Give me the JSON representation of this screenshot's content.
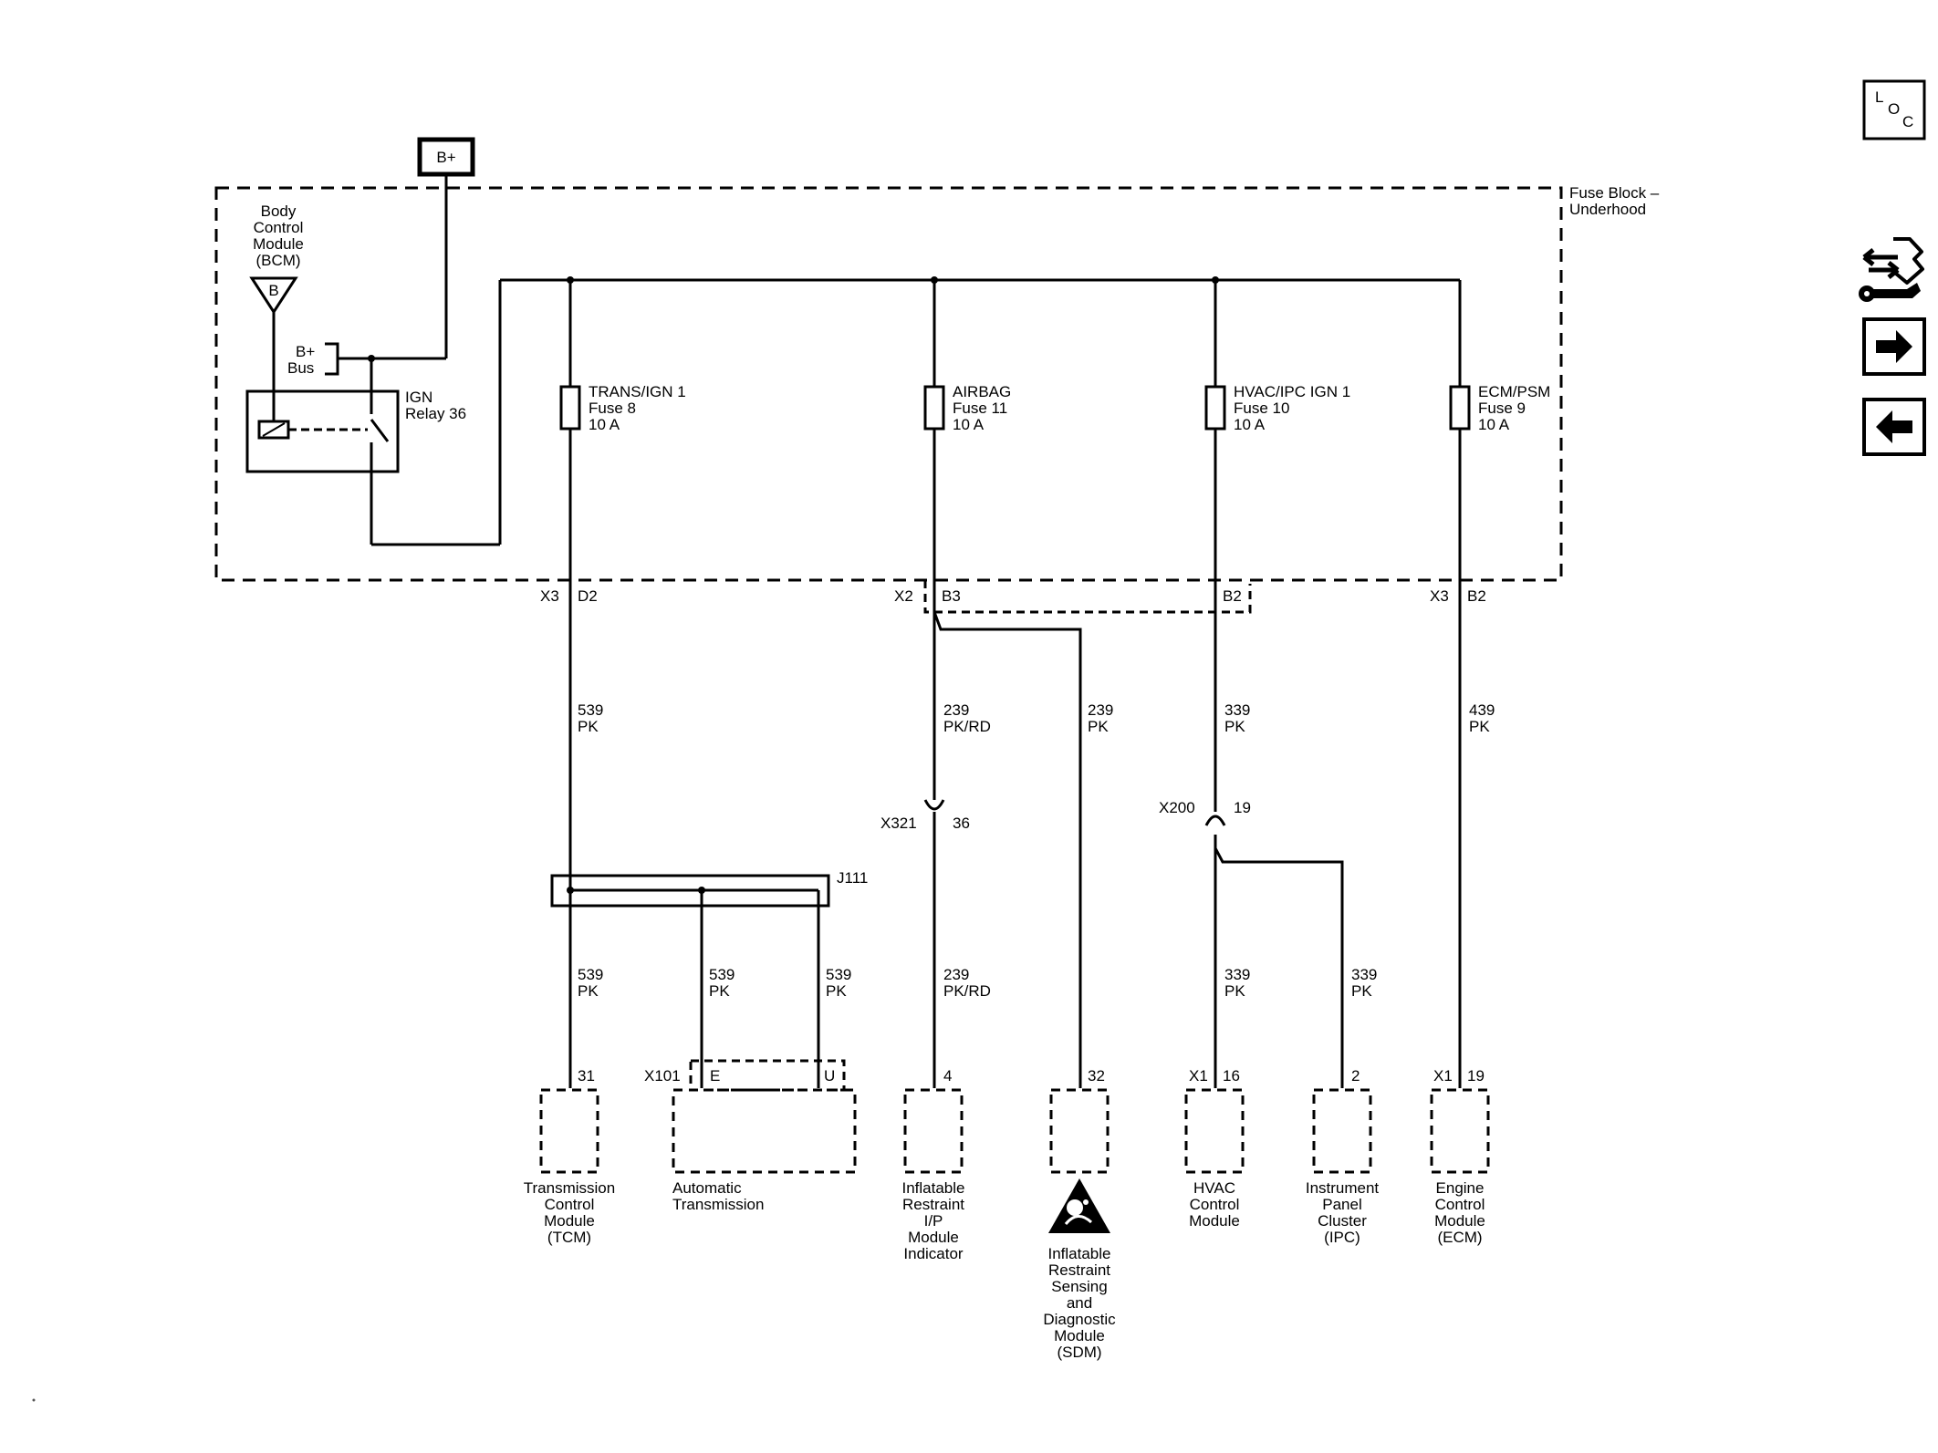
{
  "power_source": "B+",
  "fuse_block": {
    "line1": "Fuse Block –",
    "line2": "Underhood"
  },
  "bcm": {
    "lines": [
      "Body",
      "Control",
      "Module",
      "(BCM)"
    ],
    "terminal": "B"
  },
  "bplus_bus": {
    "line1": "B+",
    "line2": "Bus"
  },
  "relay": {
    "line1": "IGN",
    "line2": "Relay 36"
  },
  "fuses": [
    {
      "name": "TRANS/IGN 1",
      "fuse": "Fuse 8",
      "rating": "10 A"
    },
    {
      "name": "AIRBAG",
      "fuse": "Fuse 11",
      "rating": "10 A"
    },
    {
      "name": "HVAC/IPC IGN 1",
      "fuse": "Fuse 10",
      "rating": "10 A"
    },
    {
      "name": "ECM/PSM",
      "fuse": "Fuse 9",
      "rating": "10 A"
    }
  ],
  "fuse_block_connectors": {
    "trans": {
      "connector": "X3",
      "pin": "D2"
    },
    "airbag": {
      "connector": "X2",
      "pin": "B3"
    },
    "hvac": {
      "pin": "B2"
    },
    "ecm": {
      "connector": "X3",
      "pin": "B2"
    }
  },
  "circuits": {
    "c539_upper": {
      "number": "539",
      "color": "PK"
    },
    "c239_ip_upper": {
      "number": "239",
      "color": "PK/RD"
    },
    "c239_sdm": {
      "number": "239",
      "color": "PK"
    },
    "c339_upper": {
      "number": "339",
      "color": "PK"
    },
    "c439": {
      "number": "439",
      "color": "PK"
    },
    "c539_tcm": {
      "number": "539",
      "color": "PK"
    },
    "c539_e": {
      "number": "539",
      "color": "PK"
    },
    "c539_u": {
      "number": "539",
      "color": "PK"
    },
    "c239_ip_lower": {
      "number": "239",
      "color": "PK/RD"
    },
    "c339_hvac": {
      "number": "339",
      "color": "PK"
    },
    "c339_ipc": {
      "number": "339",
      "color": "PK"
    }
  },
  "inline_connectors": {
    "x321": {
      "name": "X321",
      "pin": "36"
    },
    "x200": {
      "name": "X200",
      "pin": "19"
    }
  },
  "splice": "J111",
  "components": {
    "tcm": {
      "pin": "31",
      "lines": [
        "Transmission",
        "Control",
        "Module",
        "(TCM)"
      ]
    },
    "trans": {
      "connector": "X101",
      "pin_e": "E",
      "pin_u": "U",
      "lines": [
        "Automatic",
        "Transmission"
      ]
    },
    "ip_indicator": {
      "pin": "4",
      "lines": [
        "Inflatable",
        "Restraint",
        "I/P",
        "Module",
        "Indicator"
      ]
    },
    "sdm": {
      "pin": "32",
      "lines": [
        "Inflatable",
        "Restraint",
        "Sensing",
        "and",
        "Diagnostic",
        "Module",
        "(SDM)"
      ]
    },
    "hvac": {
      "connector": "X1",
      "pin": "16",
      "lines": [
        "HVAC",
        "Control",
        "Module"
      ]
    },
    "ipc": {
      "pin": "2",
      "lines": [
        "Instrument",
        "Panel",
        "Cluster",
        "(IPC)"
      ]
    },
    "ecm": {
      "connector": "X1",
      "pin": "19",
      "lines": [
        "Engine",
        "Control",
        "Module",
        "(ECM)"
      ]
    }
  },
  "sidebar": {
    "loc": {
      "l": "L",
      "o": "O",
      "c": "C"
    },
    "icons": [
      "service-info-icon",
      "arrow-right-icon",
      "arrow-left-icon"
    ]
  }
}
